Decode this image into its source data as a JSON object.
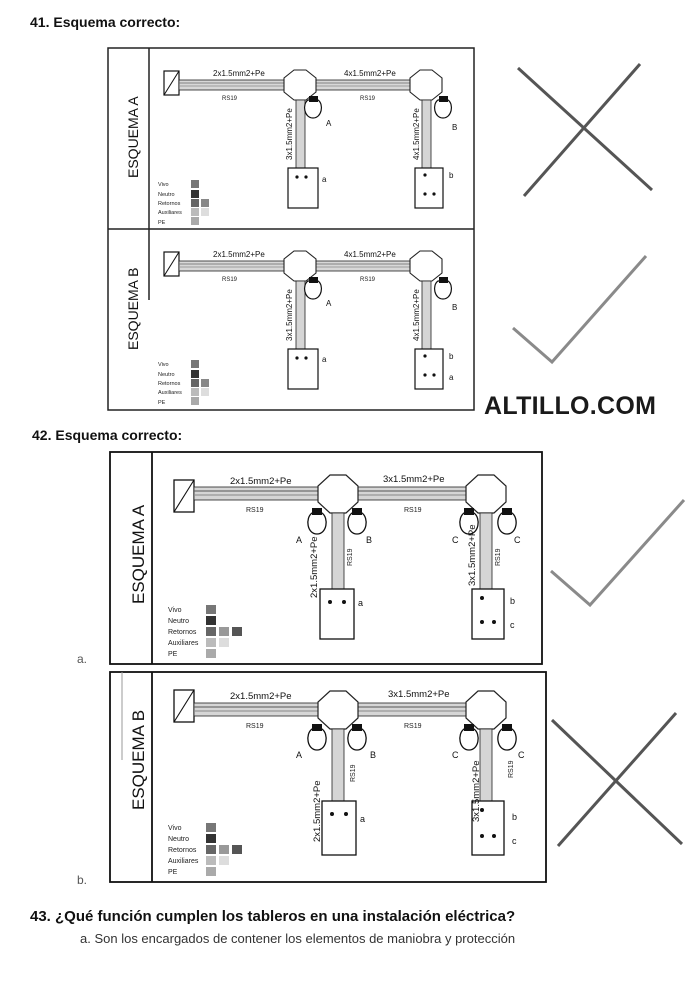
{
  "q41": {
    "title": "41. Esquema correcto:"
  },
  "q42": {
    "title": "42. Esquema correcto:",
    "option_a": "a.",
    "option_b": "b."
  },
  "q43": {
    "title": "43. ¿Qué función cumplen los tableros en una instalación eléctrica?",
    "answer": "a.   Son los encargados de contener los elementos de maniobra y protección"
  },
  "watermark": "ALTILLO.COM",
  "diagram41": {
    "scheme_a": "ESQUEMA A",
    "scheme_b": "ESQUEMA B",
    "cable_left": "2x1.5mm2+Pe",
    "cable_right": "4x1.5mm2+Pe",
    "cable_drop_left": "3x1.5mm2+Pe",
    "cable_drop_right": "4x1.5mm2+Pe",
    "rs": "RS19",
    "lamp_a": "A",
    "lamp_b": "B",
    "sw_a": "a",
    "sw_b": "b",
    "legend": [
      "Vivo",
      "Neutro",
      "Retornos",
      "Auxiliares",
      "PE"
    ]
  },
  "diagram42": {
    "scheme_a": "ESQUEMA A",
    "scheme_b": "ESQUEMA B",
    "cable_left": "2x1.5mm2+Pe",
    "cable_right": "3x1.5mm2+Pe",
    "cable_drop_left": "2x1.5mm2+Pe",
    "cable_drop_right": "3x1.5mm2+Pe",
    "rs": "RS19",
    "lamp_a": "A",
    "lamp_b": "B",
    "lamp_c": "C",
    "sw_a": "a",
    "sw_b": "b",
    "sw_c": "c",
    "legend": [
      "Vivo",
      "Neutro",
      "Retornos",
      "Auxiliares",
      "PE"
    ]
  },
  "marks": {
    "q41_a": "cross-mark",
    "q41_b": "check-mark",
    "q42_a": "check-mark",
    "q42_b": "cross-mark"
  }
}
